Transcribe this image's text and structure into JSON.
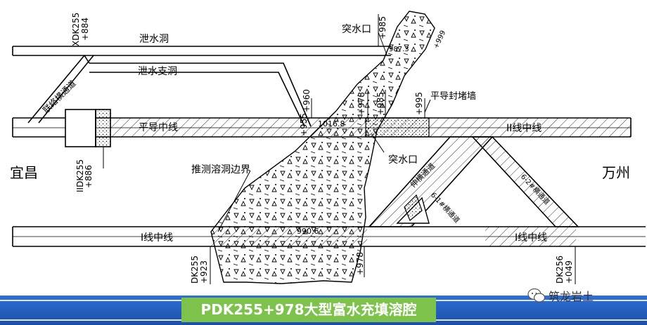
{
  "labels": {
    "drain_tunnel": "泄水洞",
    "drain_branch_tunnel": "泄水支洞",
    "connecting_passage": "联络横通道",
    "parallel_guide_center": "平导中线",
    "line2_center": "II线中线",
    "line1_center": "I线中线",
    "water_burst_top": "突水口",
    "water_burst_mid": "突水口",
    "plug_wall": "平导封堵墙",
    "cave_boundary": "推测溶洞边界",
    "yichang": "宜昌",
    "wanzhou": "万州",
    "inclined_passage": "伸横通道",
    "passage_2": "6-2#横通道",
    "passage_1": "6-1#横通道"
  },
  "stations": {
    "xdk_884_a": "XDK255",
    "xdk_884_b": "+884",
    "s985_top": "+985",
    "s999": "+999",
    "s9873": "987.3",
    "s960": "+960",
    "s978_upper": "+978",
    "s985_mid": "+985",
    "s995": "+995",
    "s955": "+955",
    "s10168": "1016.8",
    "iidk_a": "IIDK255",
    "iidk_b": "+886",
    "dk_923_a": "DK255",
    "dk_923_b": "+923",
    "s9906": "990.6",
    "s978_lower": "+978",
    "dk_049_a": "DK256",
    "dk_049_b": "+049"
  },
  "caption": "PDK255+978大型富水充填溶腔",
  "watermark": "筑龙岩土"
}
